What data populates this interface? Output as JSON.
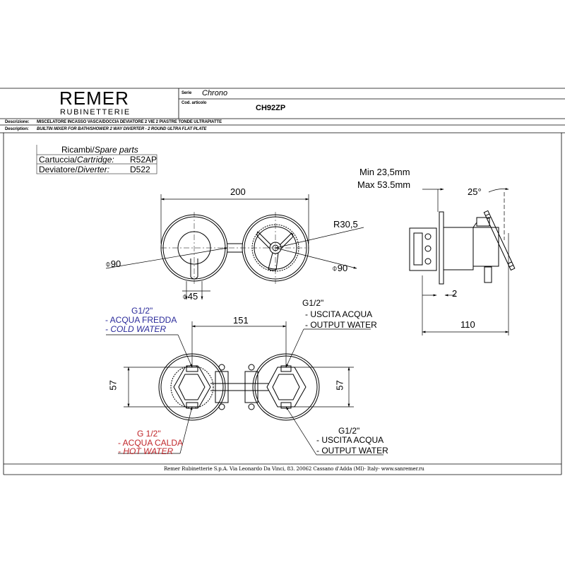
{
  "header": {
    "brand_name": "REMER",
    "brand_sub": "RUBINETTERIE",
    "serie_label": "Serie",
    "serie_value": "Chrono",
    "code_label": "Cod. articolo",
    "code_value": "CH92ZP",
    "desc_label": "Descrizione:",
    "desc_it": "MISCELATORE INCASSO VASCA/DOCCIA DEVIATORE 2 VIE 2 PIASTRE TONDE ULTRAPIATTE",
    "desc_en_label": "Description:",
    "desc_en": "BUILTIN MIXER FOR BATH/SHOWER 2 WAY DIVERTER - 2 ROUND ULTRA FLAT PLATE"
  },
  "spare_parts": {
    "title_it": "Ricambi/",
    "title_en": "Spare parts",
    "row1_it": "Cartuccia/",
    "row1_en": "Cartridge:",
    "row1_val": "R52AP",
    "row2_it": "Deviatore/",
    "row2_en": "Diverter:",
    "row2_val": "D522"
  },
  "dimensions": {
    "width_200": "200",
    "radius": "R30,5",
    "dia_left": "⌽90",
    "dia_right": "⌽90",
    "dia_handle": "⌽45",
    "min_depth": "Min 23,5mm",
    "max_depth": "Max 53.5mm",
    "angle": "25°",
    "plate_2": "2",
    "depth_110": "110",
    "center_151": "151",
    "height_left": "57",
    "height_right": "57"
  },
  "connections": {
    "cold_size": "G1/2\"",
    "cold_it": "- ACQUA FREDDA",
    "cold_en": "- COLD WATER",
    "out_top_size": "G1/2\"",
    "out_top_it": "- USCITA ACQUA",
    "out_top_en": "- OUTPUT WATER",
    "hot_size": "G 1/2\"",
    "hot_it": "- ACQUA CALDA",
    "hot_en": "- HOT WATER",
    "out_bot_size": "G1/2\"",
    "out_bot_it": "- USCITA ACQUA",
    "out_bot_en": "- OUTPUT WATER"
  },
  "footer": {
    "address": "Remer Rubinetterie S.p.A. Via Leonardo Da Vinci, 83. 20062 Cassano d'Adda (MI)- Italy- www.sanremer.ru"
  },
  "colors": {
    "cold": "#2a2a9a",
    "hot": "#c0262a",
    "line": "#000000"
  }
}
